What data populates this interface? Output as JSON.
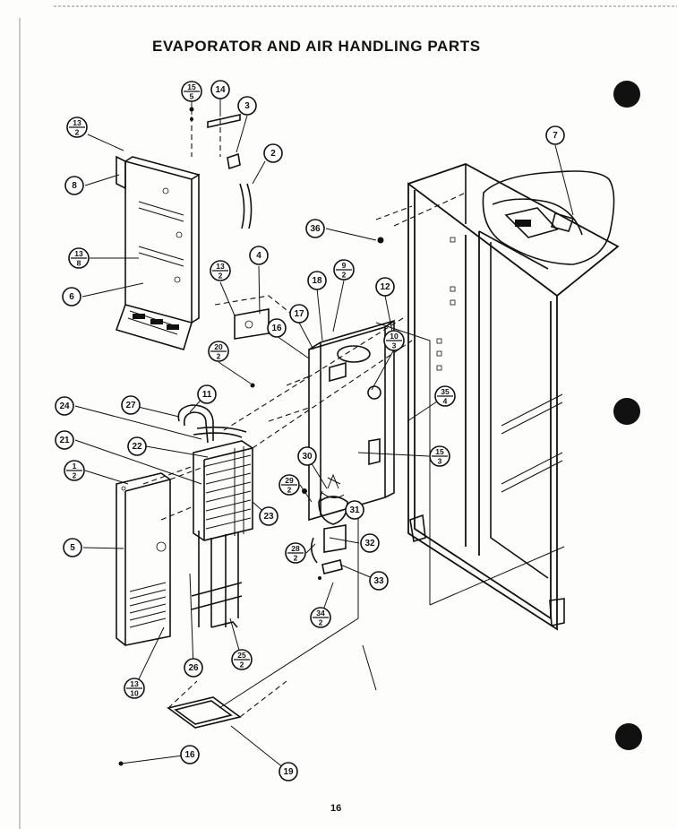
{
  "title": "EVAPORATOR AND AIR HANDLING PARTS",
  "page_number": "16",
  "callouts": [
    {
      "id": "c15-5",
      "top": "15",
      "bottom": "5",
      "leader": [
        [
          214,
          112
        ],
        [
          214,
          128
        ]
      ]
    },
    {
      "id": "c14",
      "top": "14",
      "bottom": "",
      "leader": [
        [
          246,
          110
        ],
        [
          246,
          130
        ]
      ]
    },
    {
      "id": "c3",
      "top": "3",
      "bottom": "",
      "leader": [
        [
          276,
          129
        ],
        [
          264,
          170
        ]
      ]
    },
    {
      "id": "c13-2a",
      "top": "13",
      "bottom": "2",
      "leader": [
        [
          98,
          150
        ],
        [
          138,
          168
        ]
      ]
    },
    {
      "id": "c2",
      "top": "2",
      "bottom": "",
      "leader": [
        [
          296,
          180
        ],
        [
          282,
          205
        ]
      ]
    },
    {
      "id": "c8",
      "top": "8",
      "bottom": "",
      "leader": [
        [
          95,
          207
        ],
        [
          133,
          195
        ]
      ]
    },
    {
      "id": "c7",
      "top": "7",
      "bottom": "",
      "leader": [
        [
          620,
          162
        ],
        [
          640,
          240
        ]
      ]
    },
    {
      "id": "c36",
      "top": "36",
      "bottom": "",
      "leader": [
        [
          364,
          255
        ],
        [
          420,
          268
        ]
      ]
    },
    {
      "id": "c13-8",
      "top": "13",
      "bottom": "8",
      "leader": [
        [
          100,
          288
        ],
        [
          155,
          288
        ]
      ]
    },
    {
      "id": "c4",
      "top": "4",
      "bottom": "",
      "leader": [
        [
          289,
          297
        ],
        [
          290,
          350
        ]
      ]
    },
    {
      "id": "c13-2b",
      "top": "13",
      "bottom": "2",
      "leader": [
        [
          246,
          315
        ],
        [
          262,
          352
        ]
      ]
    },
    {
      "id": "c9-2",
      "top": "9",
      "bottom": "2",
      "leader": [
        [
          384,
          313
        ],
        [
          372,
          370
        ]
      ]
    },
    {
      "id": "c18",
      "top": "18",
      "bottom": "",
      "leader": [
        [
          354,
          322
        ],
        [
          360,
          380
        ]
      ]
    },
    {
      "id": "c12",
      "top": "12",
      "bottom": "",
      "leader": [
        [
          430,
          330
        ],
        [
          440,
          380
        ]
      ]
    },
    {
      "id": "c6",
      "top": "6",
      "bottom": "",
      "leader": [
        [
          92,
          331
        ],
        [
          160,
          316
        ]
      ]
    },
    {
      "id": "c17",
      "top": "17",
      "bottom": "",
      "leader": [
        [
          334,
          360
        ],
        [
          350,
          390
        ]
      ]
    },
    {
      "id": "c16a",
      "top": "16",
      "bottom": "",
      "leader": [
        [
          309,
          375
        ],
        [
          345,
          400
        ]
      ]
    },
    {
      "id": "c10-3",
      "top": "10",
      "bottom": "3",
      "leader": [
        [
          440,
          390
        ],
        [
          415,
          435
        ]
      ]
    },
    {
      "id": "c20-2",
      "top": "20",
      "bottom": "2",
      "leader": [
        [
          244,
          404
        ],
        [
          280,
          428
        ]
      ]
    },
    {
      "id": "c35-4",
      "top": "35",
      "bottom": "4",
      "leader": [
        [
          497,
          442
        ],
        [
          455,
          470
        ]
      ]
    },
    {
      "id": "c11",
      "top": "11",
      "bottom": "",
      "leader": [
        [
          229,
          441
        ],
        [
          212,
          460
        ]
      ]
    },
    {
      "id": "c27",
      "top": "27",
      "bottom": "",
      "leader": [
        [
          146,
          452
        ],
        [
          200,
          465
        ]
      ]
    },
    {
      "id": "c24",
      "top": "24",
      "bottom": "",
      "leader": [
        [
          84,
          453
        ],
        [
          225,
          490
        ]
      ]
    },
    {
      "id": "c21",
      "top": "21",
      "bottom": "",
      "leader": [
        [
          84,
          491
        ],
        [
          225,
          540
        ]
      ]
    },
    {
      "id": "c22",
      "top": "22",
      "bottom": "",
      "leader": [
        [
          163,
          498
        ],
        [
          232,
          510
        ]
      ]
    },
    {
      "id": "c30",
      "top": "30",
      "bottom": "",
      "leader": [
        [
          343,
          509
        ],
        [
          365,
          545
        ]
      ]
    },
    {
      "id": "c15-3",
      "top": "15",
      "bottom": "3",
      "leader": [
        [
          479,
          509
        ],
        [
          400,
          505
        ]
      ]
    },
    {
      "id": "c1-2",
      "top": "1",
      "bottom": "2",
      "leader": [
        [
          95,
          525
        ],
        [
          143,
          540
        ]
      ]
    },
    {
      "id": "c29-2",
      "top": "29",
      "bottom": "2",
      "leader": [
        [
          335,
          541
        ],
        [
          348,
          560
        ]
      ]
    },
    {
      "id": "c23",
      "top": "23",
      "bottom": "",
      "leader": [
        [
          300,
          576
        ],
        [
          282,
          560
        ]
      ]
    },
    {
      "id": "c31",
      "top": "31",
      "bottom": "",
      "leader": [
        [
          384,
          569
        ],
        [
          362,
          575
        ]
      ]
    },
    {
      "id": "c5",
      "top": "5",
      "bottom": "",
      "leader": [
        [
          93,
          611
        ],
        [
          138,
          612
        ]
      ]
    },
    {
      "id": "c32",
      "top": "32",
      "bottom": "",
      "leader": [
        [
          401,
          606
        ],
        [
          368,
          600
        ]
      ]
    },
    {
      "id": "c28-2",
      "top": "28",
      "bottom": "2",
      "leader": [
        [
          342,
          617
        ],
        [
          352,
          607
        ]
      ]
    },
    {
      "id": "c33",
      "top": "33",
      "bottom": "",
      "leader": [
        [
          423,
          648
        ],
        [
          380,
          630
        ]
      ]
    },
    {
      "id": "c34-2",
      "top": "34",
      "bottom": "2",
      "leader": [
        [
          358,
          689
        ],
        [
          372,
          650
        ]
      ]
    },
    {
      "id": "c25-2",
      "top": "25",
      "bottom": "2",
      "leader": [
        [
          270,
          736
        ],
        [
          257,
          690
        ]
      ]
    },
    {
      "id": "c26",
      "top": "26",
      "bottom": "",
      "leader": [
        [
          216,
          745
        ],
        [
          212,
          640
        ]
      ]
    },
    {
      "id": "c13-10",
      "top": "13",
      "bottom": "10",
      "leader": [
        [
          150,
          768
        ],
        [
          183,
          700
        ]
      ]
    },
    {
      "id": "c16b",
      "top": "16",
      "bottom": "",
      "leader": [
        [
          212,
          842
        ],
        [
          135,
          852
        ]
      ]
    },
    {
      "id": "c19",
      "top": "19",
      "bottom": "",
      "leader": [
        [
          322,
          861
        ],
        [
          258,
          810
        ]
      ]
    }
  ]
}
